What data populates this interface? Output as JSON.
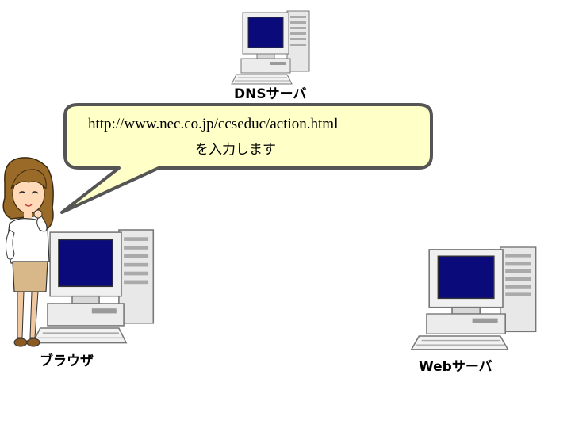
{
  "nodes": {
    "dns_server": {
      "label": "DNSサーバ"
    },
    "browser": {
      "label": "ブラウザ"
    },
    "web_server": {
      "label": "Webサーバ"
    }
  },
  "speech_bubble": {
    "url": "http://www.nec.co.jp/ccseduc/action.html",
    "instruction": "を入力します"
  }
}
